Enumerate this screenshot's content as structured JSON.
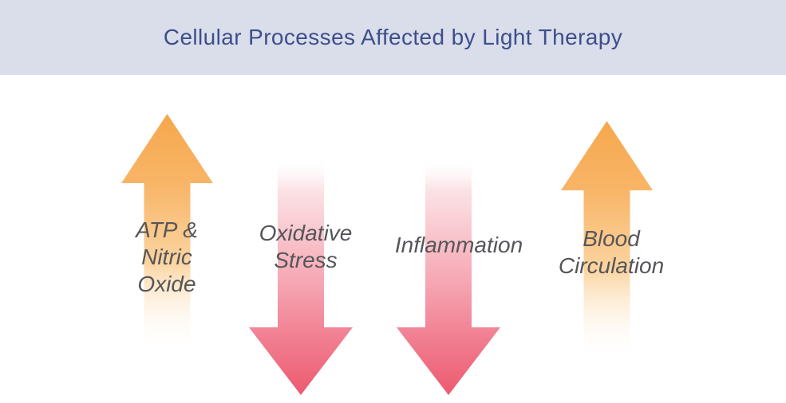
{
  "header": {
    "title": "Cellular Processes Affected by Light Therapy",
    "background_color": "#d9deea",
    "title_color": "#3e4e8c"
  },
  "label_text_color": "#55565a",
  "arrows": [
    {
      "id": "atp-nitric-oxide",
      "direction": "up",
      "label": "ATP & Nitric Oxide",
      "lines": [
        "ATP &",
        "Nitric",
        "Oxide"
      ],
      "color_solid": "#f6a74c",
      "gradient": [
        "#f6a74c",
        "#f8b567",
        "#fbd4a0",
        "#ffffff"
      ]
    },
    {
      "id": "oxidative-stress",
      "direction": "down",
      "label": "Oxidative Stress",
      "lines": [
        "Oxidative",
        "Stress"
      ],
      "color_solid": "#ed5a6f",
      "gradient": [
        "#ffffff",
        "#fbe3e6",
        "#f6a8b4",
        "#ed5a6f"
      ]
    },
    {
      "id": "inflammation",
      "direction": "down",
      "label": "Inflammation",
      "lines": [
        "Inflammation"
      ],
      "color_solid": "#ed5a6f",
      "gradient": [
        "#ffffff",
        "#fbe3e6",
        "#f6a8b4",
        "#ed5a6f"
      ]
    },
    {
      "id": "blood-circulation",
      "direction": "up",
      "label": "Blood Circulation",
      "lines": [
        "Blood",
        "Circulation"
      ],
      "color_solid": "#f6a74c",
      "gradient": [
        "#f6a74c",
        "#f8b567",
        "#fbd4a0",
        "#ffffff"
      ]
    }
  ]
}
